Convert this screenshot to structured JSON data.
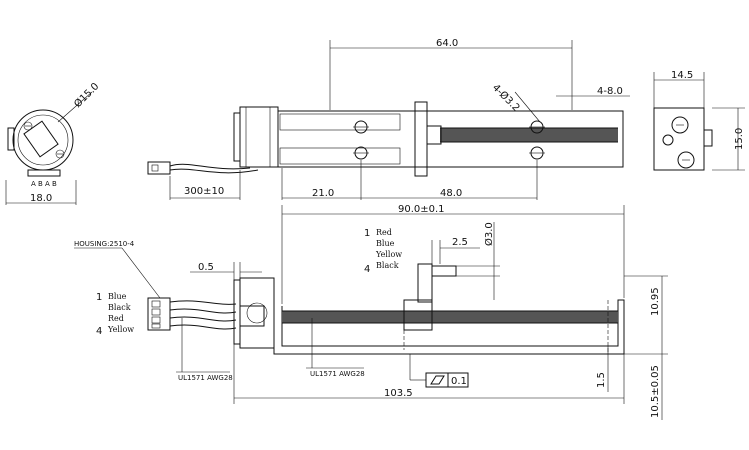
{
  "drawing": {
    "dimensions": {
      "overall_top": "64.0",
      "hole_spec": "4-Ø3.2",
      "slot_spec": "4-8.0",
      "motor_dia": "Ø15.0",
      "left_width": "18.0",
      "right_width": "14.5",
      "right_height": "15.0",
      "lead_length": "300±10",
      "dim_21": "21.0",
      "dim_48": "48.0",
      "rail_length": "90.0±0.1",
      "shaft_dia": "Ø3.0",
      "dim_2_5": "2.5",
      "dim_0_5": "0.5",
      "dim_10_95": "10.95",
      "dim_1_5": "1.5",
      "dim_10_5": "10.5±0.05",
      "total_length": "103.5",
      "flatness_value": "0.1"
    },
    "labels": {
      "housing": "HOUSING:2510-4",
      "cable_left": "UL1571 AWG28",
      "cable_mid": "UL1571 AWG28",
      "pin_letters": "A B A B"
    },
    "pinout_left": {
      "first_num": "1",
      "last_num": "4",
      "colors": [
        "Blue",
        "Black",
        "Red",
        "Yellow"
      ]
    },
    "pinout_top": {
      "first_num": "1",
      "last_num": "4",
      "colors": [
        "Red",
        "Blue",
        "Yellow",
        "Black"
      ]
    }
  }
}
